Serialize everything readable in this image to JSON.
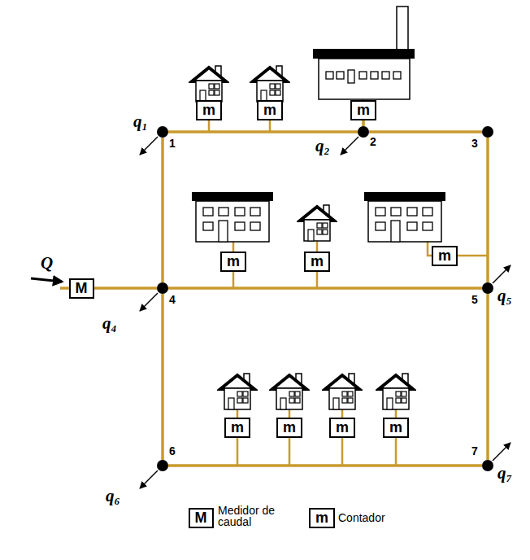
{
  "diagram": {
    "nodes": [
      {
        "text": [
          "m"
        ]
      },
      {
        "text": [
          "m"
        ]
      },
      {
        "text": [
          "m"
        ]
      },
      {
        "text": [
          "1"
        ]
      },
      {
        "text": [
          "2"
        ]
      },
      {
        "text": [
          "3"
        ]
      },
      {
        "text": [
          "m"
        ]
      },
      {
        "text": [
          "m"
        ]
      },
      {
        "text": [
          "m"
        ]
      },
      {
        "text": [
          "M"
        ]
      },
      {
        "text": [
          "4"
        ]
      },
      {
        "text": [
          "5"
        ]
      },
      {
        "text": [
          "m"
        ]
      },
      {
        "text": [
          "m"
        ]
      },
      {
        "text": [
          "m"
        ]
      },
      {
        "text": [
          "m"
        ]
      },
      {
        "text": [
          "6"
        ]
      },
      {
        "text": [
          "7"
        ]
      }
    ],
    "edges": [
      {
        "from": 3,
        "to": 4,
        "arrow": "none"
      },
      {
        "from": 4,
        "to": 5,
        "arrow": "none"
      },
      {
        "from": 3,
        "to": 10,
        "arrow": "none"
      },
      {
        "from": 5,
        "to": 11,
        "arrow": "none"
      },
      {
        "from": 9,
        "to": 10,
        "arrow": "none"
      },
      {
        "from": 10,
        "to": 11,
        "arrow": "none"
      },
      {
        "from": 10,
        "to": 16,
        "arrow": "none"
      },
      {
        "from": 11,
        "to": 17,
        "arrow": "none"
      },
      {
        "from": 16,
        "to": 17,
        "arrow": "none"
      },
      {
        "from": 2,
        "to": 4,
        "arrow": "none"
      }
    ],
    "labels": [
      "Q",
      "q₁",
      "q₂",
      "q₄",
      "q₅",
      "q₆",
      "q₇",
      "M",
      "m"
    ],
    "legend": [
      {
        "text": "Medidor de caudal"
      },
      {
        "text": "Contador"
      }
    ]
  }
}
